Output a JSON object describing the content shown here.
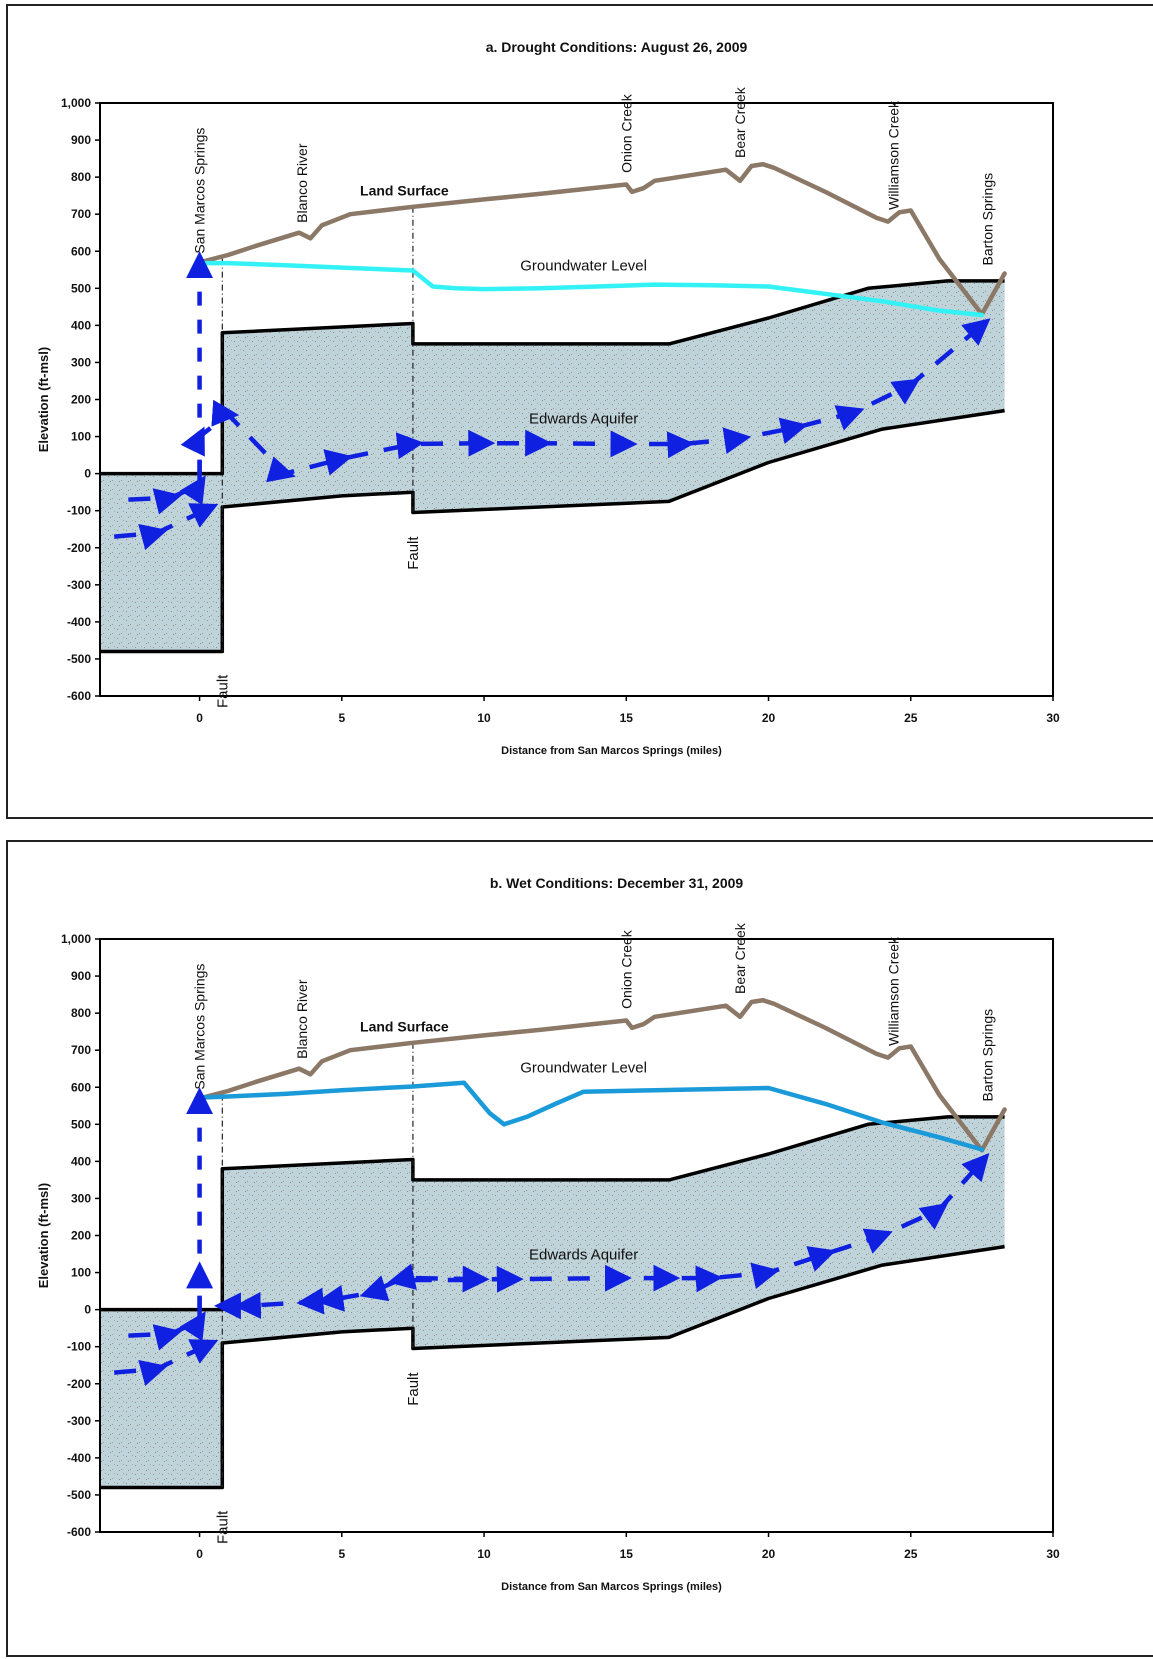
{
  "chart_data": [
    {
      "type": "line",
      "title": "a.  Drought Conditions:  August 26, 2009",
      "xlabel": "Distance from San Marcos Springs (miles)",
      "ylabel": "Elevation (ft-msl)",
      "xlim": [
        -3.5,
        30
      ],
      "ylim": [
        -600,
        1000
      ],
      "x_ticks": [
        "0",
        "5",
        "10",
        "15",
        "20",
        "25",
        "30"
      ],
      "y_ticks": [
        "1,000",
        "900",
        "800",
        "700",
        "600",
        "500",
        "400",
        "300",
        "200",
        "100",
        "0",
        "-100",
        "-200",
        "-300",
        "-400",
        "-500",
        "-600"
      ],
      "grid": false,
      "location_labels": [
        {
          "text": "San Marcos Springs",
          "x": 0
        },
        {
          "text": "Blanco River",
          "x": 3.6
        },
        {
          "text": "Onion Creek",
          "x": 15
        },
        {
          "text": "Bear Creek",
          "x": 19
        },
        {
          "text": "Williamson Creek",
          "x": 24.4
        },
        {
          "text": "Barton Springs",
          "x": 27.7
        }
      ],
      "annotations": {
        "land_surface": "Land Surface",
        "groundwater": "Groundwater Level",
        "aquifer": "Edwards Aquifer",
        "fault_1": "Fault",
        "fault_2": "Fault"
      },
      "series": [
        {
          "name": "Land Surface",
          "color": "#8b7866",
          "x": [
            0,
            1,
            2,
            3.5,
            3.9,
            4.3,
            5.3,
            7.5,
            10,
            12,
            15,
            15.2,
            15.6,
            16,
            18.5,
            19,
            19.4,
            19.8,
            20.2,
            22,
            23.8,
            24.2,
            24.6,
            25,
            26,
            27.5,
            28.3
          ],
          "y": [
            570,
            590,
            615,
            650,
            635,
            670,
            700,
            720,
            740,
            755,
            780,
            760,
            770,
            790,
            820,
            790,
            830,
            835,
            825,
            760,
            690,
            680,
            705,
            710,
            580,
            430,
            540
          ]
        },
        {
          "name": "Groundwater Level",
          "color": "#33f2f5",
          "x": [
            0,
            1,
            3,
            5,
            7.5,
            8.2,
            9,
            10,
            12,
            14,
            16,
            18,
            20,
            22,
            24,
            26,
            27.5
          ],
          "y": [
            568,
            568,
            562,
            556,
            548,
            505,
            500,
            498,
            500,
            505,
            510,
            508,
            505,
            485,
            465,
            440,
            428
          ]
        }
      ],
      "aquifer": {
        "top": {
          "x": [
            -3.5,
            0.8,
            0.8,
            7.5,
            7.5,
            16.5,
            20,
            23.5,
            26.3,
            26.9,
            28.3
          ],
          "y": [
            0,
            0,
            380,
            405,
            350,
            350,
            420,
            500,
            520,
            520,
            520
          ]
        },
        "bottom": {
          "x": [
            -3.5,
            0.8,
            0.8,
            5,
            7.5,
            7.5,
            16.5,
            20,
            24,
            28.3
          ],
          "y": [
            -480,
            -480,
            -90,
            -60,
            -50,
            -105,
            -75,
            30,
            120,
            170
          ]
        }
      },
      "flow_arrows": {
        "color": "#1020e0",
        "upper_path": {
          "x": [
            -2.5,
            -1,
            0,
            0,
            1,
            3,
            5,
            7.5,
            10,
            12,
            15,
            17,
            19,
            21,
            23,
            25,
            27.5
          ],
          "y": [
            -70,
            -65,
            -30,
            100,
            160,
            0,
            40,
            80,
            82,
            82,
            80,
            80,
            95,
            125,
            165,
            240,
            400
          ]
        },
        "lower_path": {
          "x": [
            -3,
            -1.5,
            0.3
          ],
          "y": [
            -170,
            -160,
            -95
          ]
        },
        "vertical": {
          "x": [
            0,
            0
          ],
          "y": [
            0,
            570
          ]
        }
      }
    },
    {
      "type": "line",
      "title": "b.  Wet Conditions:  December 31, 2009",
      "xlabel": "Distance from San Marcos Springs (miles)",
      "ylabel": "Elevation (ft-msl)",
      "xlim": [
        -3.5,
        30
      ],
      "ylim": [
        -600,
        1000
      ],
      "x_ticks": [
        "0",
        "5",
        "10",
        "15",
        "20",
        "25",
        "30"
      ],
      "y_ticks": [
        "1,000",
        "900",
        "800",
        "700",
        "600",
        "500",
        "400",
        "300",
        "200",
        "100",
        "0",
        "-100",
        "-200",
        "-300",
        "-400",
        "-500",
        "-600"
      ],
      "grid": false,
      "location_labels": [
        {
          "text": "San Marcos Springs",
          "x": 0
        },
        {
          "text": "Blanco River",
          "x": 3.6
        },
        {
          "text": "Onion Creek",
          "x": 15
        },
        {
          "text": "Bear Creek",
          "x": 19
        },
        {
          "text": "Williamson Creek",
          "x": 24.4
        },
        {
          "text": "Barton Springs",
          "x": 27.7
        }
      ],
      "annotations": {
        "land_surface": "Land Surface",
        "groundwater": "Groundwater Level",
        "aquifer": "Edwards Aquifer",
        "fault_1": "Fault",
        "fault_2": "Fault"
      },
      "series": [
        {
          "name": "Land Surface",
          "color": "#8b7866",
          "x": [
            0,
            1,
            2,
            3.5,
            3.9,
            4.3,
            5.3,
            7.5,
            10,
            12,
            15,
            15.2,
            15.6,
            16,
            18.5,
            19,
            19.4,
            19.8,
            20.2,
            22,
            23.8,
            24.2,
            24.6,
            25,
            26,
            27.5,
            28.3
          ],
          "y": [
            570,
            590,
            615,
            650,
            635,
            670,
            700,
            720,
            740,
            755,
            780,
            760,
            770,
            790,
            820,
            790,
            830,
            835,
            825,
            760,
            690,
            680,
            705,
            710,
            580,
            430,
            540
          ]
        },
        {
          "name": "Groundwater Level",
          "color": "#1a9ad8",
          "x": [
            0,
            1,
            3,
            5,
            7.5,
            9.3,
            10.2,
            10.7,
            11.5,
            12.5,
            13.5,
            16,
            18,
            20,
            22,
            24,
            26,
            27.5
          ],
          "y": [
            572,
            575,
            582,
            592,
            602,
            612,
            530,
            500,
            520,
            555,
            588,
            592,
            595,
            598,
            555,
            505,
            465,
            432
          ]
        }
      ],
      "aquifer": {
        "top": {
          "x": [
            -3.5,
            0.8,
            0.8,
            7.5,
            7.5,
            16.5,
            20,
            23.5,
            26.3,
            26.9,
            28.3
          ],
          "y": [
            0,
            0,
            380,
            405,
            350,
            350,
            420,
            500,
            520,
            520,
            520
          ]
        },
        "bottom": {
          "x": [
            -3.5,
            0.8,
            0.8,
            5,
            7.5,
            7.5,
            16.5,
            20,
            24,
            28.3
          ],
          "y": [
            -480,
            -480,
            -90,
            -60,
            -50,
            -105,
            -75,
            30,
            120,
            170
          ]
        }
      },
      "flow_arrows": {
        "color": "#1020e0",
        "upper_path": {
          "x": [
            -2.5,
            -1,
            0,
            0
          ],
          "y": [
            -70,
            -65,
            -30,
            100
          ]
        },
        "lower_path": {
          "x": [
            -3,
            -1.5,
            0.3
          ],
          "y": [
            -170,
            -160,
            -95
          ]
        },
        "vertical": {
          "x": [
            0,
            0
          ],
          "y": [
            0,
            570
          ]
        },
        "divide": {
          "x": [
            7.6,
            9.8,
            11,
            14.8,
            16.5,
            18,
            20,
            22,
            24,
            26,
            27.5
          ],
          "y": [
            85,
            82,
            82,
            85,
            85,
            85,
            100,
            150,
            200,
            270,
            400
          ]
        },
        "west_flow": {
          "x": [
            9.5,
            7.0,
            6.0,
            4.5,
            3.8,
            1.6,
            0.9
          ],
          "y": [
            80,
            80,
            45,
            25,
            20,
            10,
            10
          ]
        }
      }
    }
  ]
}
